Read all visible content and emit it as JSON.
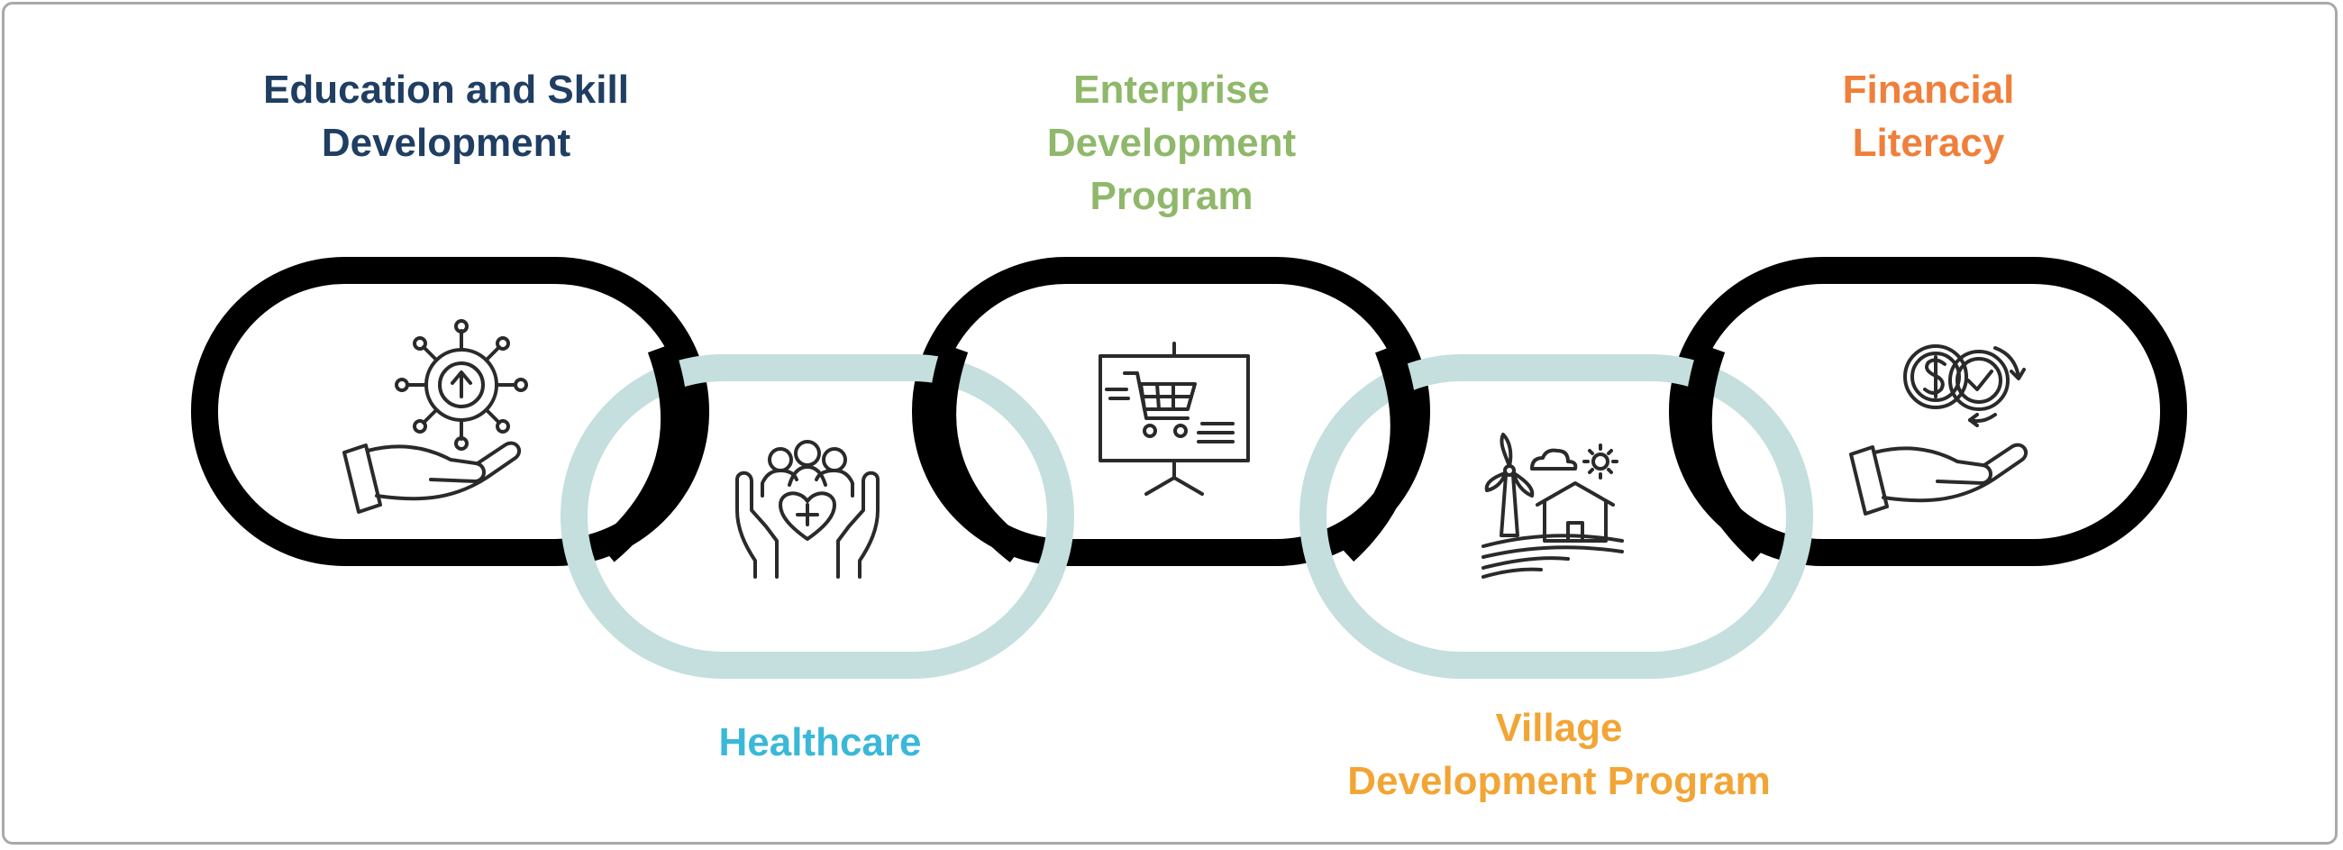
{
  "colors": {
    "link_dark": "#000000",
    "link_light": "#c4dfdd",
    "icon_stroke": "#2a2a2a",
    "frame": "#a9a9a9"
  },
  "steps": [
    {
      "label": "Education and Skill\nDevelopment",
      "color": "#1f3e62",
      "icon": "hand-network-upload-icon"
    },
    {
      "label": "Healthcare",
      "color": "#3bb8d8",
      "icon": "hands-heart-people-icon"
    },
    {
      "label": "Enterprise\nDevelopment\nProgram",
      "color": "#8fb86a",
      "icon": "cart-presentation-board-icon"
    },
    {
      "label": "Village\nDevelopment Program",
      "color": "#f2a535",
      "icon": "village-windmill-house-icon"
    },
    {
      "label": "Financial\nLiteracy",
      "color": "#ef7f3a",
      "icon": "hand-coins-exchange-icon"
    }
  ]
}
